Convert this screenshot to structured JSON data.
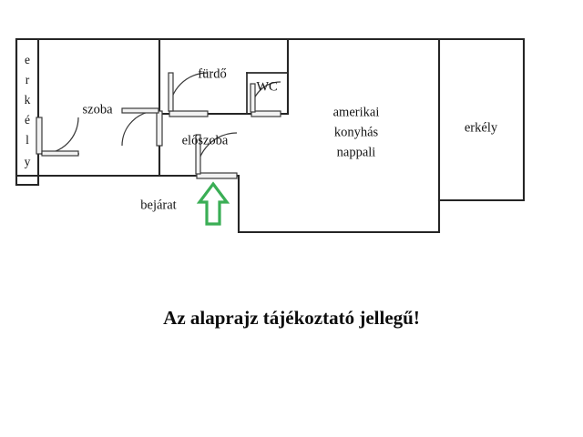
{
  "document": {
    "type": "floor-plan",
    "language": "hu",
    "background_color": "#ffffff",
    "wall_color": "#252525",
    "text_color": "#141414"
  },
  "caption": {
    "text": "Az alaprajz tájékoztató jellegű!"
  },
  "rooms": [
    {
      "id": "erkely-left",
      "label": "erkély",
      "label_orientation": "vertical",
      "letters": [
        "e",
        "r",
        "k",
        "é",
        "l",
        "y"
      ]
    },
    {
      "id": "szoba",
      "label": "szoba",
      "label_orientation": "horizontal"
    },
    {
      "id": "furdo",
      "label": "fürdő",
      "label_orientation": "horizontal"
    },
    {
      "id": "wc",
      "label": "WC",
      "label_orientation": "horizontal"
    },
    {
      "id": "eloszoba",
      "label": "előszoba",
      "label_orientation": "horizontal"
    },
    {
      "id": "nappali",
      "label_lines": [
        "amerikai",
        "konyhás",
        "nappali"
      ],
      "label_orientation": "horizontal"
    },
    {
      "id": "erkely-right",
      "label": "erkély",
      "label_orientation": "horizontal"
    }
  ],
  "nappali_lines": {
    "line1": "amerikai",
    "line2": "konyhás",
    "line3": "nappali"
  },
  "entrance": {
    "label": "bejárat",
    "marker": "up-arrow",
    "marker_color": "#3aae55",
    "marker_fill": "#ffffff"
  },
  "doors": [
    {
      "id": "door-erkely-szoba",
      "room_from": "erkély",
      "room_to": "szoba",
      "swing": "right"
    },
    {
      "id": "door-szoba-eloszoba",
      "room_from": "szoba",
      "room_to": "előszoba",
      "swing": "left"
    },
    {
      "id": "door-furdo",
      "room_from": "fürdő",
      "room_to": "előszoba",
      "swing": "right"
    },
    {
      "id": "door-wc",
      "room_from": "WC",
      "room_to": "előszoba",
      "swing": "right"
    },
    {
      "id": "door-entrance",
      "room_from": "bejárat",
      "room_to": "előszoba",
      "swing": "right"
    }
  ]
}
